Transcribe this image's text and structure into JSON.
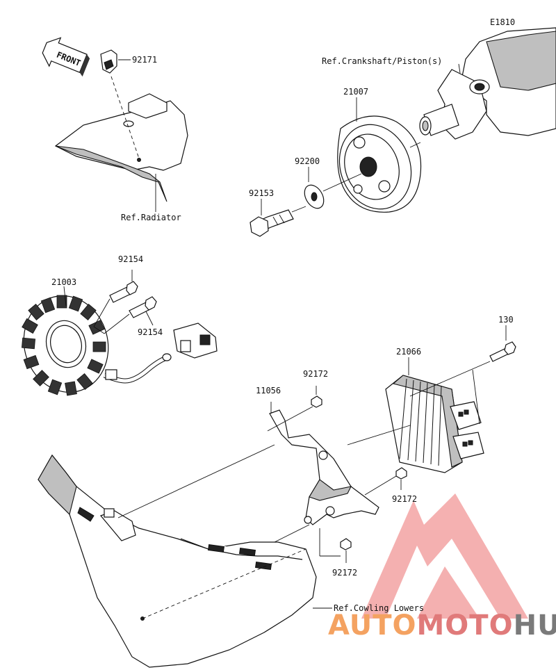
{
  "diagram": {
    "code": "E1810",
    "front_label": "FRONT",
    "parts": {
      "bracket_clip": "92171",
      "rotor": "21007",
      "washer": "92200",
      "rotor_bolt": "92153",
      "stator_bolt_top": "92154",
      "stator_bolt_side": "92154",
      "stator": "21003",
      "regulator_bolt": "130",
      "regulator": "21066",
      "bracket": "11056",
      "bracket_bolt_top": "92172",
      "bracket_bolt_right": "92172",
      "bracket_bolt_bottom": "92172"
    },
    "refs": {
      "crankshaft": "Ref.Crankshaft/Piston(s)",
      "radiator": "Ref.Radiator",
      "cowling": "Ref.Cowling Lowers"
    }
  },
  "watermark": {
    "part1": "AUTO",
    "part2": "MOTO",
    "part3": "HUB",
    "color_primary": "#f4a261",
    "color_secondary": "#e07a7a",
    "color_dark": "#7a7a7a"
  }
}
